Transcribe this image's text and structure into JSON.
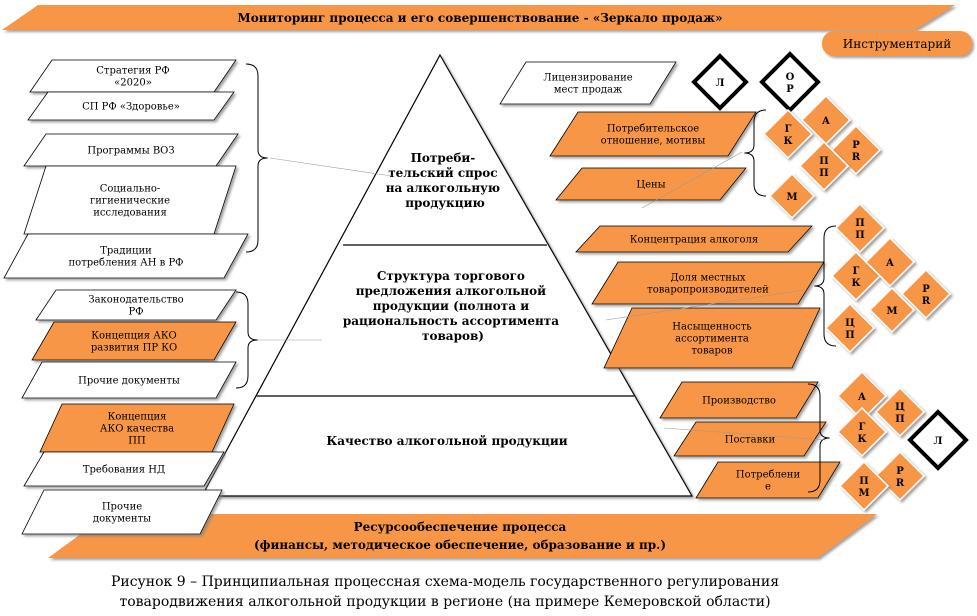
{
  "banner_top": "Мониторинг процесса и его совершенствование - «Зеркало продаж»",
  "banner_bottom": {
    "line1": "Ресурсообеспечение процесса",
    "line2": "(финансы, методическое обеспечение, образование и пр.)"
  },
  "tools_label": "Инструментарий",
  "pyramid": {
    "top": [
      "Потреби-",
      "тельский спрос",
      "на алкогольную",
      "продукцию"
    ],
    "middle": [
      "Структура торгового",
      "предложения алкогольной",
      "продукции (полнота и",
      "рациональность ассортимента",
      "товаров)"
    ],
    "bottom": [
      "Качество алкогольной продукции"
    ]
  },
  "left_group1": [
    {
      "lines": [
        "Стратегия РФ",
        "«2020»"
      ],
      "orange": false
    },
    {
      "lines": [
        "СП РФ «Здоровье»"
      ],
      "orange": false
    },
    {
      "lines": [
        "Программы ВОЗ"
      ],
      "orange": false
    },
    {
      "lines": [
        "Социально-",
        "гигиенические",
        "исследования"
      ],
      "orange": false
    },
    {
      "lines": [
        "Традиции",
        "потребления АН в РФ"
      ],
      "orange": false
    }
  ],
  "left_group2": [
    {
      "lines": [
        "Законодательство",
        "РФ"
      ],
      "orange": false
    },
    {
      "lines": [
        "Концепция АКО",
        "развития ПР КО"
      ],
      "orange": true
    },
    {
      "lines": [
        "Прочие документы"
      ],
      "orange": false
    }
  ],
  "left_group3": [
    {
      "lines": [
        "Концепция",
        "АКО качества",
        "ПП"
      ],
      "orange": true
    },
    {
      "lines": [
        "Требования НД"
      ],
      "orange": false
    },
    {
      "lines": [
        "Прочие",
        "документы"
      ],
      "orange": false
    }
  ],
  "right_group1": [
    {
      "lines": [
        "Лицензирование",
        "мест продаж"
      ],
      "orange": false
    },
    {
      "lines": [
        "Потребительское",
        "отношение, мотивы"
      ],
      "orange": true
    },
    {
      "lines": [
        "Цены"
      ],
      "orange": true
    }
  ],
  "right_group2": [
    {
      "lines": [
        "Концентрация алкоголя"
      ],
      "orange": true
    },
    {
      "lines": [
        "Доля местных",
        "товаропроизводителей"
      ],
      "orange": true
    },
    {
      "lines": [
        "Насыщенность",
        "ассортимента",
        "товаров"
      ],
      "orange": true
    }
  ],
  "right_group3": [
    {
      "lines": [
        "Производство"
      ],
      "orange": true
    },
    {
      "lines": [
        "Поставки"
      ],
      "orange": true
    },
    {
      "lines": [
        "Потреблени",
        "е"
      ],
      "orange": true
    }
  ],
  "tool_letters1": [
    "Л",
    "О Р",
    "А",
    "Г К",
    "P R",
    "П П",
    "М"
  ],
  "tool_letters2": [
    "П П",
    "Г К",
    "А",
    "P R",
    "М",
    "Ц П"
  ],
  "tool_letters3": [
    "А",
    "Ц П",
    "Г К",
    "Л",
    "P R",
    "П М"
  ],
  "caption": [
    "Рисунок 9 – Принципиальная процессная схема-модель государственного регулирования",
    "товародвижения алкогольной продукции в регионе (на примере Кемеровской области)"
  ],
  "colors": {
    "orange": "#f79646",
    "border": "#000000",
    "white": "#ffffff"
  }
}
